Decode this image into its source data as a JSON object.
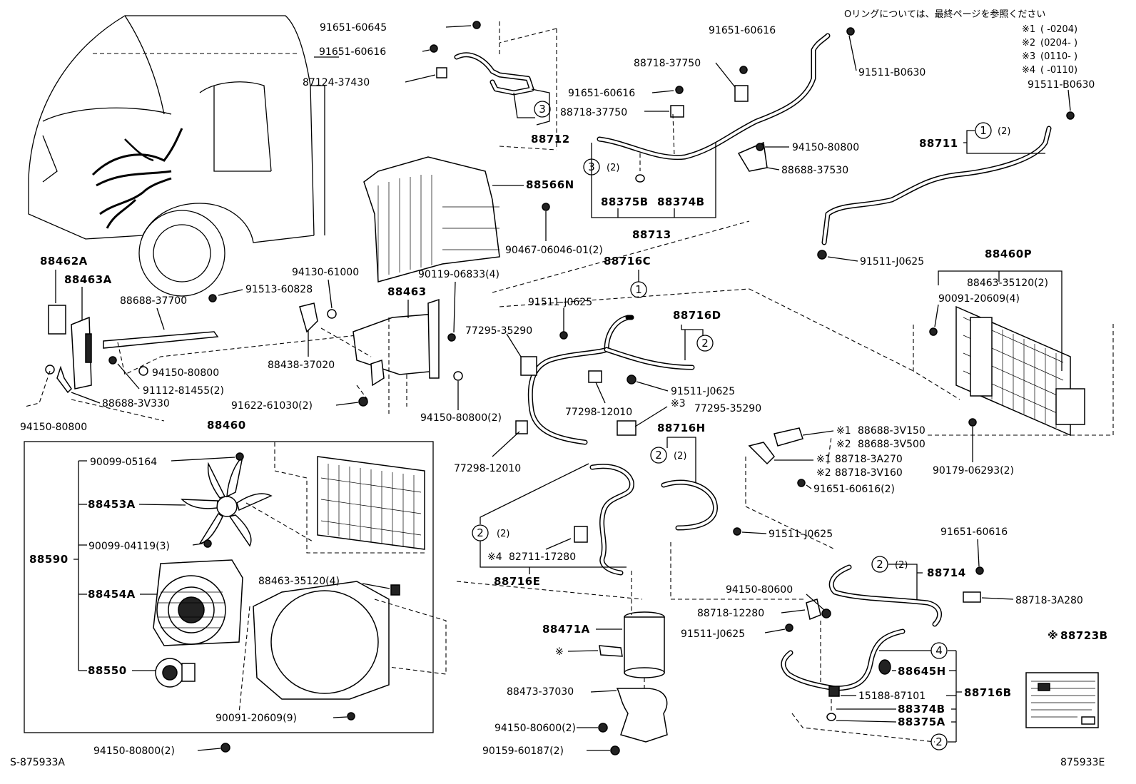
{
  "doc": {
    "top_note": "Oリングについては、最終ページを参照ください",
    "footer_left": "S-875933A",
    "footer_right": "875933E",
    "legend": [
      {
        "mark": "※1",
        "range": "(      -0204)"
      },
      {
        "mark": "※2",
        "range": "(0204-      )"
      },
      {
        "mark": "※3",
        "range": "(0110-      )"
      },
      {
        "mark": "※4",
        "range": "(      -0110)"
      }
    ]
  },
  "labels": {
    "p91651_60645": "91651-60645",
    "p91651_60616_a": "91651-60616",
    "p87124_37430": "87124-37430",
    "p88712": "88712",
    "p91651_60616_b": "91651-60616",
    "p88718_37750_a": "88718-37750",
    "p91651_60616_c": "91651-60616",
    "p88718_37750_b": "88718-37750",
    "p91511_B0630_a": "91511-B0630",
    "p91511_B0630_b": "91511-B0630",
    "p88711": "88711",
    "p94150_80800_a": "94150-80800",
    "p88688_37530": "88688-37530",
    "p88375B": "88375B",
    "p88374B": "88374B",
    "p88713": "88713",
    "p88566N": "88566N",
    "p90467": "90467-06046-01(2)",
    "p91511_J0625_a": "91511-J0625",
    "p88460P": "88460P",
    "p88463_35120_2": "88463-35120(2)",
    "p90091_20609_4": "90091-20609(4)",
    "p88716C": "88716C",
    "p91511_J0625_b": "91511-J0625",
    "p88716D": "88716D",
    "p77295_35290_a": "77295-35290",
    "p91511_J0625_c": "91511-J0625",
    "p77298_12010_a": "77298-12010",
    "p77295_35290_b": "77295-35290",
    "p88716H": "88716H",
    "p77298_12010_b": "77298-12010",
    "p88462A": "88462A",
    "p88463A": "88463A",
    "p88688_37700": "88688-37700",
    "p91513_60828": "91513-60828",
    "p94130_61000": "94130-61000",
    "p90119_06833": "90119-06833(4)",
    "p88463": "88463",
    "p88438_37020": "88438-37020",
    "p94150_80800_b": "94150-80800",
    "p91112_81455": "91112-81455(2)",
    "p88688_3V330": "88688-3V330",
    "p91622_61030": "91622-61030(2)",
    "p94150_80800_2a": "94150-80800(2)",
    "p94150_80800_c": "94150-80800",
    "p88460": "88460",
    "p90099_05164": "90099-05164",
    "p88453A": "88453A",
    "p90099_04119": "90099-04119(3)",
    "p88590": "88590",
    "p88454A": "88454A",
    "p88550": "88550",
    "p88463_35120_4": "88463-35120(4)",
    "p90091_20609_9": "90091-20609(9)",
    "p94150_80800_2b": "94150-80800(2)",
    "p88688_3V150": "88688-3V150",
    "p88688_3V500": "88688-3V500",
    "p88718_3A270": "88718-3A270",
    "p88718_3V160": "88718-3V160",
    "p91651_60616_2": "91651-60616(2)",
    "p90179_06293": "90179-06293(2)",
    "p91511_J0625_d": "91511-J0625",
    "p82711_17280": "82711-17280",
    "p88716E": "88716E",
    "p88714": "88714",
    "p91651_60616_d": "91651-60616",
    "p88718_3A280": "88718-3A280",
    "p94150_80600": "94150-80600",
    "p88718_12280": "88718-12280",
    "p91511_J0625_e": "91511-J0625",
    "p88471A": "88471A",
    "p88723B": "88723B",
    "p88645H": "88645H",
    "p88473_37030": "88473-37030",
    "p15188_87101": "15188-87101",
    "p88716B": "88716B",
    "p88374B_2": "88374B",
    "p88375A": "88375A",
    "p94150_80600_2": "94150-80600(2)",
    "p90159_60187": "90159-60187(2)"
  },
  "marks": {
    "kome": "※",
    "k1": "※1",
    "k2": "※2",
    "k3": "※3",
    "k4": "※4",
    "qty2": "(2)",
    "c1": "1",
    "c2": "2",
    "c3": "3",
    "c4": "4"
  }
}
